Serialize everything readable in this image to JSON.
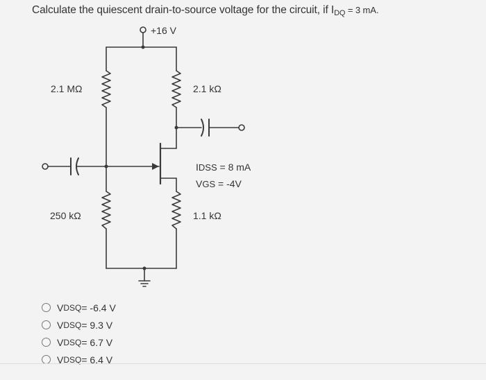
{
  "question": {
    "prefix": "Calculate the quiescent drain-to-source voltage for the circuit, if I",
    "sub": "DQ",
    "suffix": " = 3 mA."
  },
  "circuit": {
    "supply": "+16 V",
    "r_top_left": "2.1 MΩ",
    "r_drain": "2.1 kΩ",
    "r_bottom_left": "250 kΩ",
    "r_source": "1.1 kΩ",
    "idss_main": "I",
    "idss_sub": "DSS",
    "idss_val": " = 8 mA",
    "vgs_main": "V",
    "vgs_sub": "GS",
    "vgs_val": " = -4V"
  },
  "options": [
    {
      "main": "V",
      "sub": "DSQ",
      "value": " = -6.4 V"
    },
    {
      "main": "V",
      "sub": "DSQ",
      "value": " = 9.3 V"
    },
    {
      "main": "V",
      "sub": "DSQ",
      "value": " = 6.7 V"
    },
    {
      "main": "V",
      "sub": "DSQ",
      "value": " = 6.4 V"
    }
  ]
}
